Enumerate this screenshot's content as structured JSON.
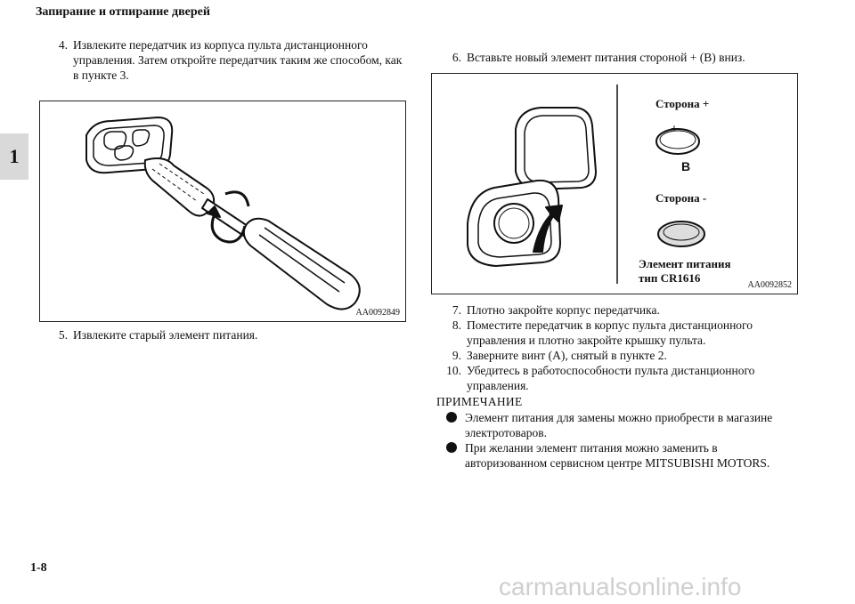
{
  "header": {
    "title": "Запирание и отпирание дверей"
  },
  "chapter_tab": "1",
  "page_number": "1-8",
  "left": {
    "step4": {
      "num": "4.",
      "text": "Извлеките передатчик из корпуса пульта дистанционного управления. Затем откройте передатчик таким же способом, как в пункте 3."
    },
    "figure1": {
      "code": "AA0092849"
    },
    "step5": {
      "num": "5.",
      "text": "Извлеките старый элемент питания."
    }
  },
  "right": {
    "step6": {
      "num": "6.",
      "text": "Вставьте новый элемент питания стороной + (B) вниз."
    },
    "figure2": {
      "code": "AA0092852",
      "side_plus": "Сторона +",
      "side_minus": "Сторона -",
      "plus_sign": "+",
      "letter_b": "B",
      "battery_label_line1": "Элемент питания",
      "battery_label_line2": "тип CR1616"
    },
    "steps": [
      {
        "num": "7.",
        "text": "Плотно закройте корпус передатчика."
      },
      {
        "num": "8.",
        "text": "Поместите передатчик в корпус пульта дистанционного управления и плотно закройте крышку пульта."
      },
      {
        "num": "9.",
        "text": "Заверните винт (A), снятый в пункте 2."
      },
      {
        "num": "10.",
        "text": "Убедитесь в работоспособности пульта дистанционного управления."
      }
    ],
    "note": {
      "heading": "ПРИМЕЧАНИЕ",
      "bullets": [
        "Элемент питания для замены можно приобрести в магазине электротоваров.",
        "При желании элемент питания можно заменить в авторизованном сервисном центре MITSUBISHI MOTORS."
      ]
    }
  },
  "watermark": "carmanualsonline.info"
}
